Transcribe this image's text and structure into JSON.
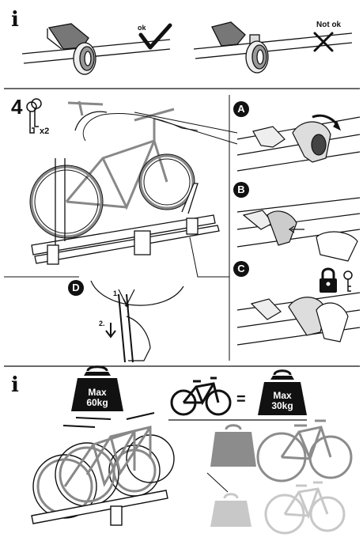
{
  "top": {
    "info_symbol": "i",
    "ok_label": "ok",
    "not_ok_label": "Not ok"
  },
  "step": {
    "number": "4",
    "key_count": "x2",
    "callouts": [
      "A",
      "B",
      "C",
      "D"
    ],
    "d_steps": [
      "1.",
      "2."
    ]
  },
  "bottom": {
    "info_symbol": "i",
    "max_total": {
      "line1": "Max",
      "line2": "60kg"
    },
    "max_per_bike": {
      "line1": "Max",
      "line2": "30kg"
    },
    "equals": "="
  },
  "colors": {
    "ink": "#111111",
    "heavy_weight": "#8c8c8c",
    "light_weight": "#c8c8c8"
  }
}
